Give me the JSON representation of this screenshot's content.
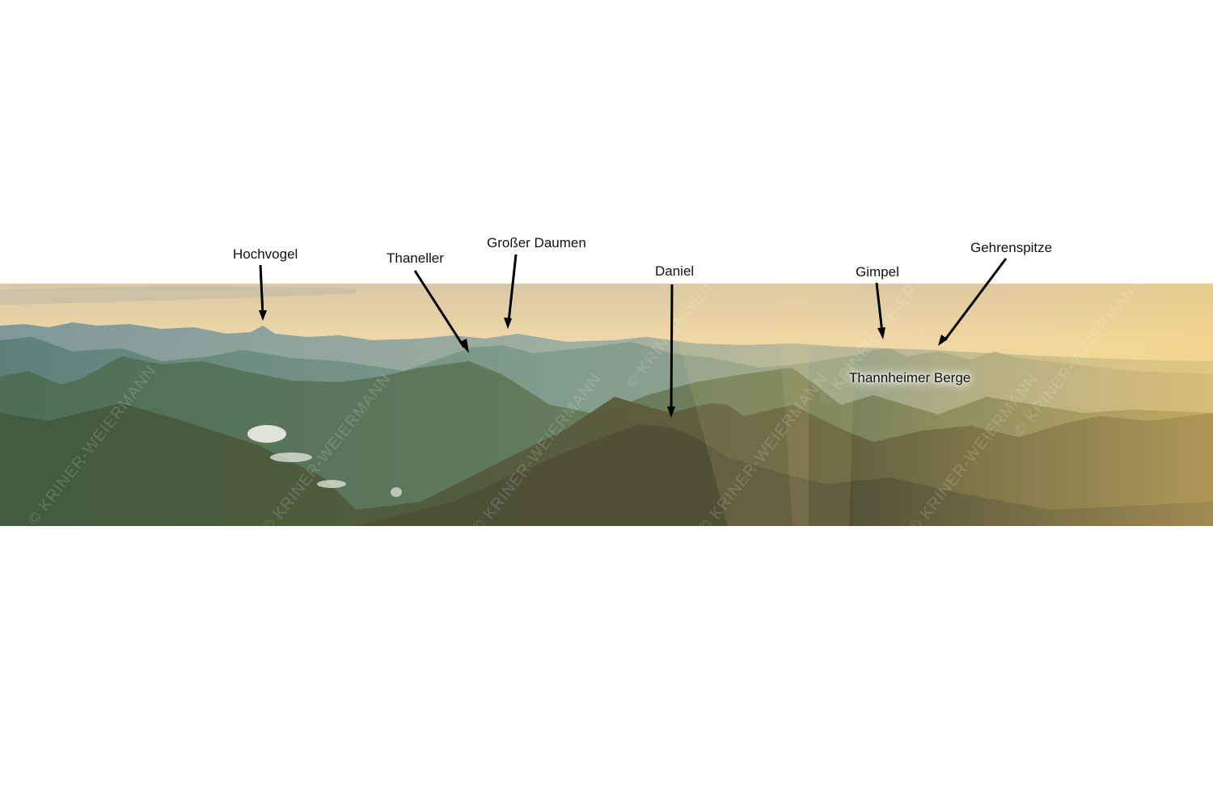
{
  "image": {
    "description": "Alpine panorama at sunrise with labeled peaks",
    "watermark": "© KRINER-WEIERMANN",
    "colors": {
      "sky_top": "#d8c8a8",
      "sky_mid": "#f2d9a6",
      "haze": "#e8cf98",
      "far_ridge": "#6f8f98",
      "mid_ridge": "#5f7d66",
      "near_ridge": "#5a5a3e",
      "label_text": "#111111",
      "arrow": "#000000"
    }
  },
  "labels": [
    {
      "id": "hochvogel",
      "text": "Hochvogel"
    },
    {
      "id": "thaneller",
      "text": "Thaneller"
    },
    {
      "id": "grosser-daumen",
      "text": "Großer Daumen"
    },
    {
      "id": "daniel",
      "text": "Daniel"
    },
    {
      "id": "gimpel",
      "text": "Gimpel"
    },
    {
      "id": "gehrenspitze",
      "text": "Gehrenspitze"
    },
    {
      "id": "thannheimer-berge",
      "text": "Thannheimer Berge"
    }
  ]
}
